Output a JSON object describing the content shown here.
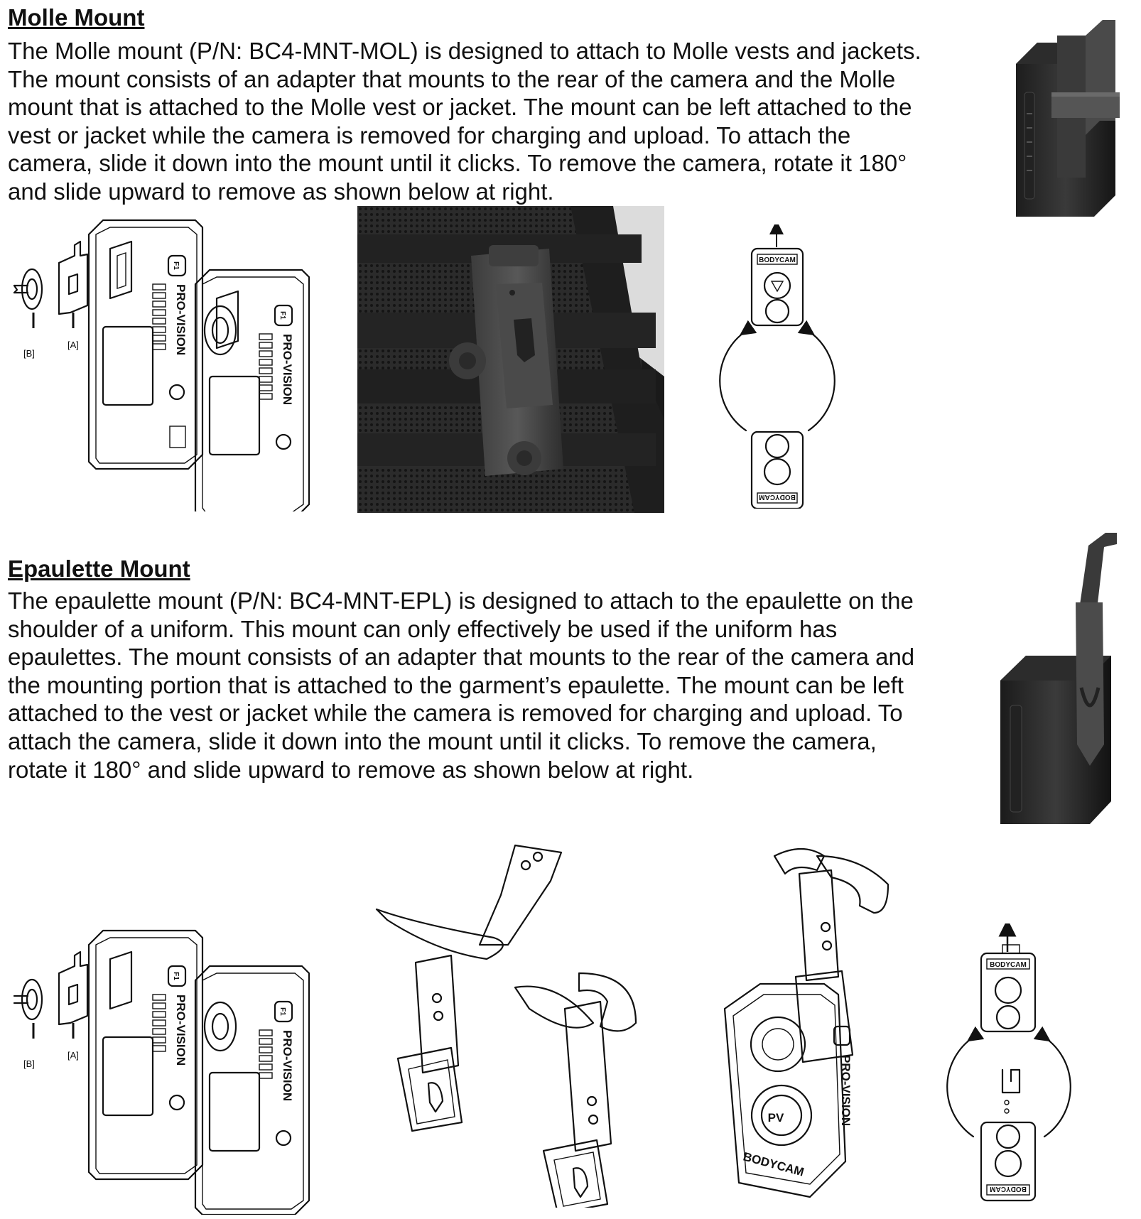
{
  "molle": {
    "heading": "Molle Mount",
    "lines": [
      "The Molle mount (P/N: BC4-MNT-MOL) is designed to attach to Molle vests and jackets.",
      "The mount consists of an adapter that mounts to the rear of the camera and the Molle",
      "mount that is attached to the Molle vest or jacket. The mount can be left attached to the",
      "vest or jacket while the camera is removed for charging and upload. To attach the",
      "camera, slide it down into the mount until it clicks. To remove the camera, rotate it 180°",
      "and slide upward to remove as shown below at right."
    ],
    "diagram_labels": {
      "b": "[B]",
      "a": "[A]"
    },
    "camera_text": {
      "f1": "F1",
      "brand": "PRO-VISION",
      "mini_brand": "BODYCAM"
    }
  },
  "epaulette": {
    "heading": "Epaulette Mount",
    "lines": [
      "The epaulette mount (P/N: BC4-MNT-EPL) is designed to attach to the epaulette on the",
      "shoulder of a uniform. This mount can only effectively be used if the uniform has",
      "epaulettes. The mount consists of an adapter that mounts to the rear of the camera and",
      "the mounting portion that is attached to the garment’s epaulette. The mount can be left",
      "attached to the vest or jacket while the camera is removed for charging and upload. To",
      "attach the camera, slide it down into the mount until it clicks. To remove the camera,",
      "rotate it 180° and slide upward to remove as shown below at right."
    ],
    "diagram_labels": {
      "b": "[B]",
      "a": "[A]"
    },
    "camera_text": {
      "f1": "F1",
      "brand": "PRO-VISION",
      "front_brand": "BODYCAM",
      "front_logo": "PV",
      "mini_brand": "BODYCAM"
    }
  }
}
